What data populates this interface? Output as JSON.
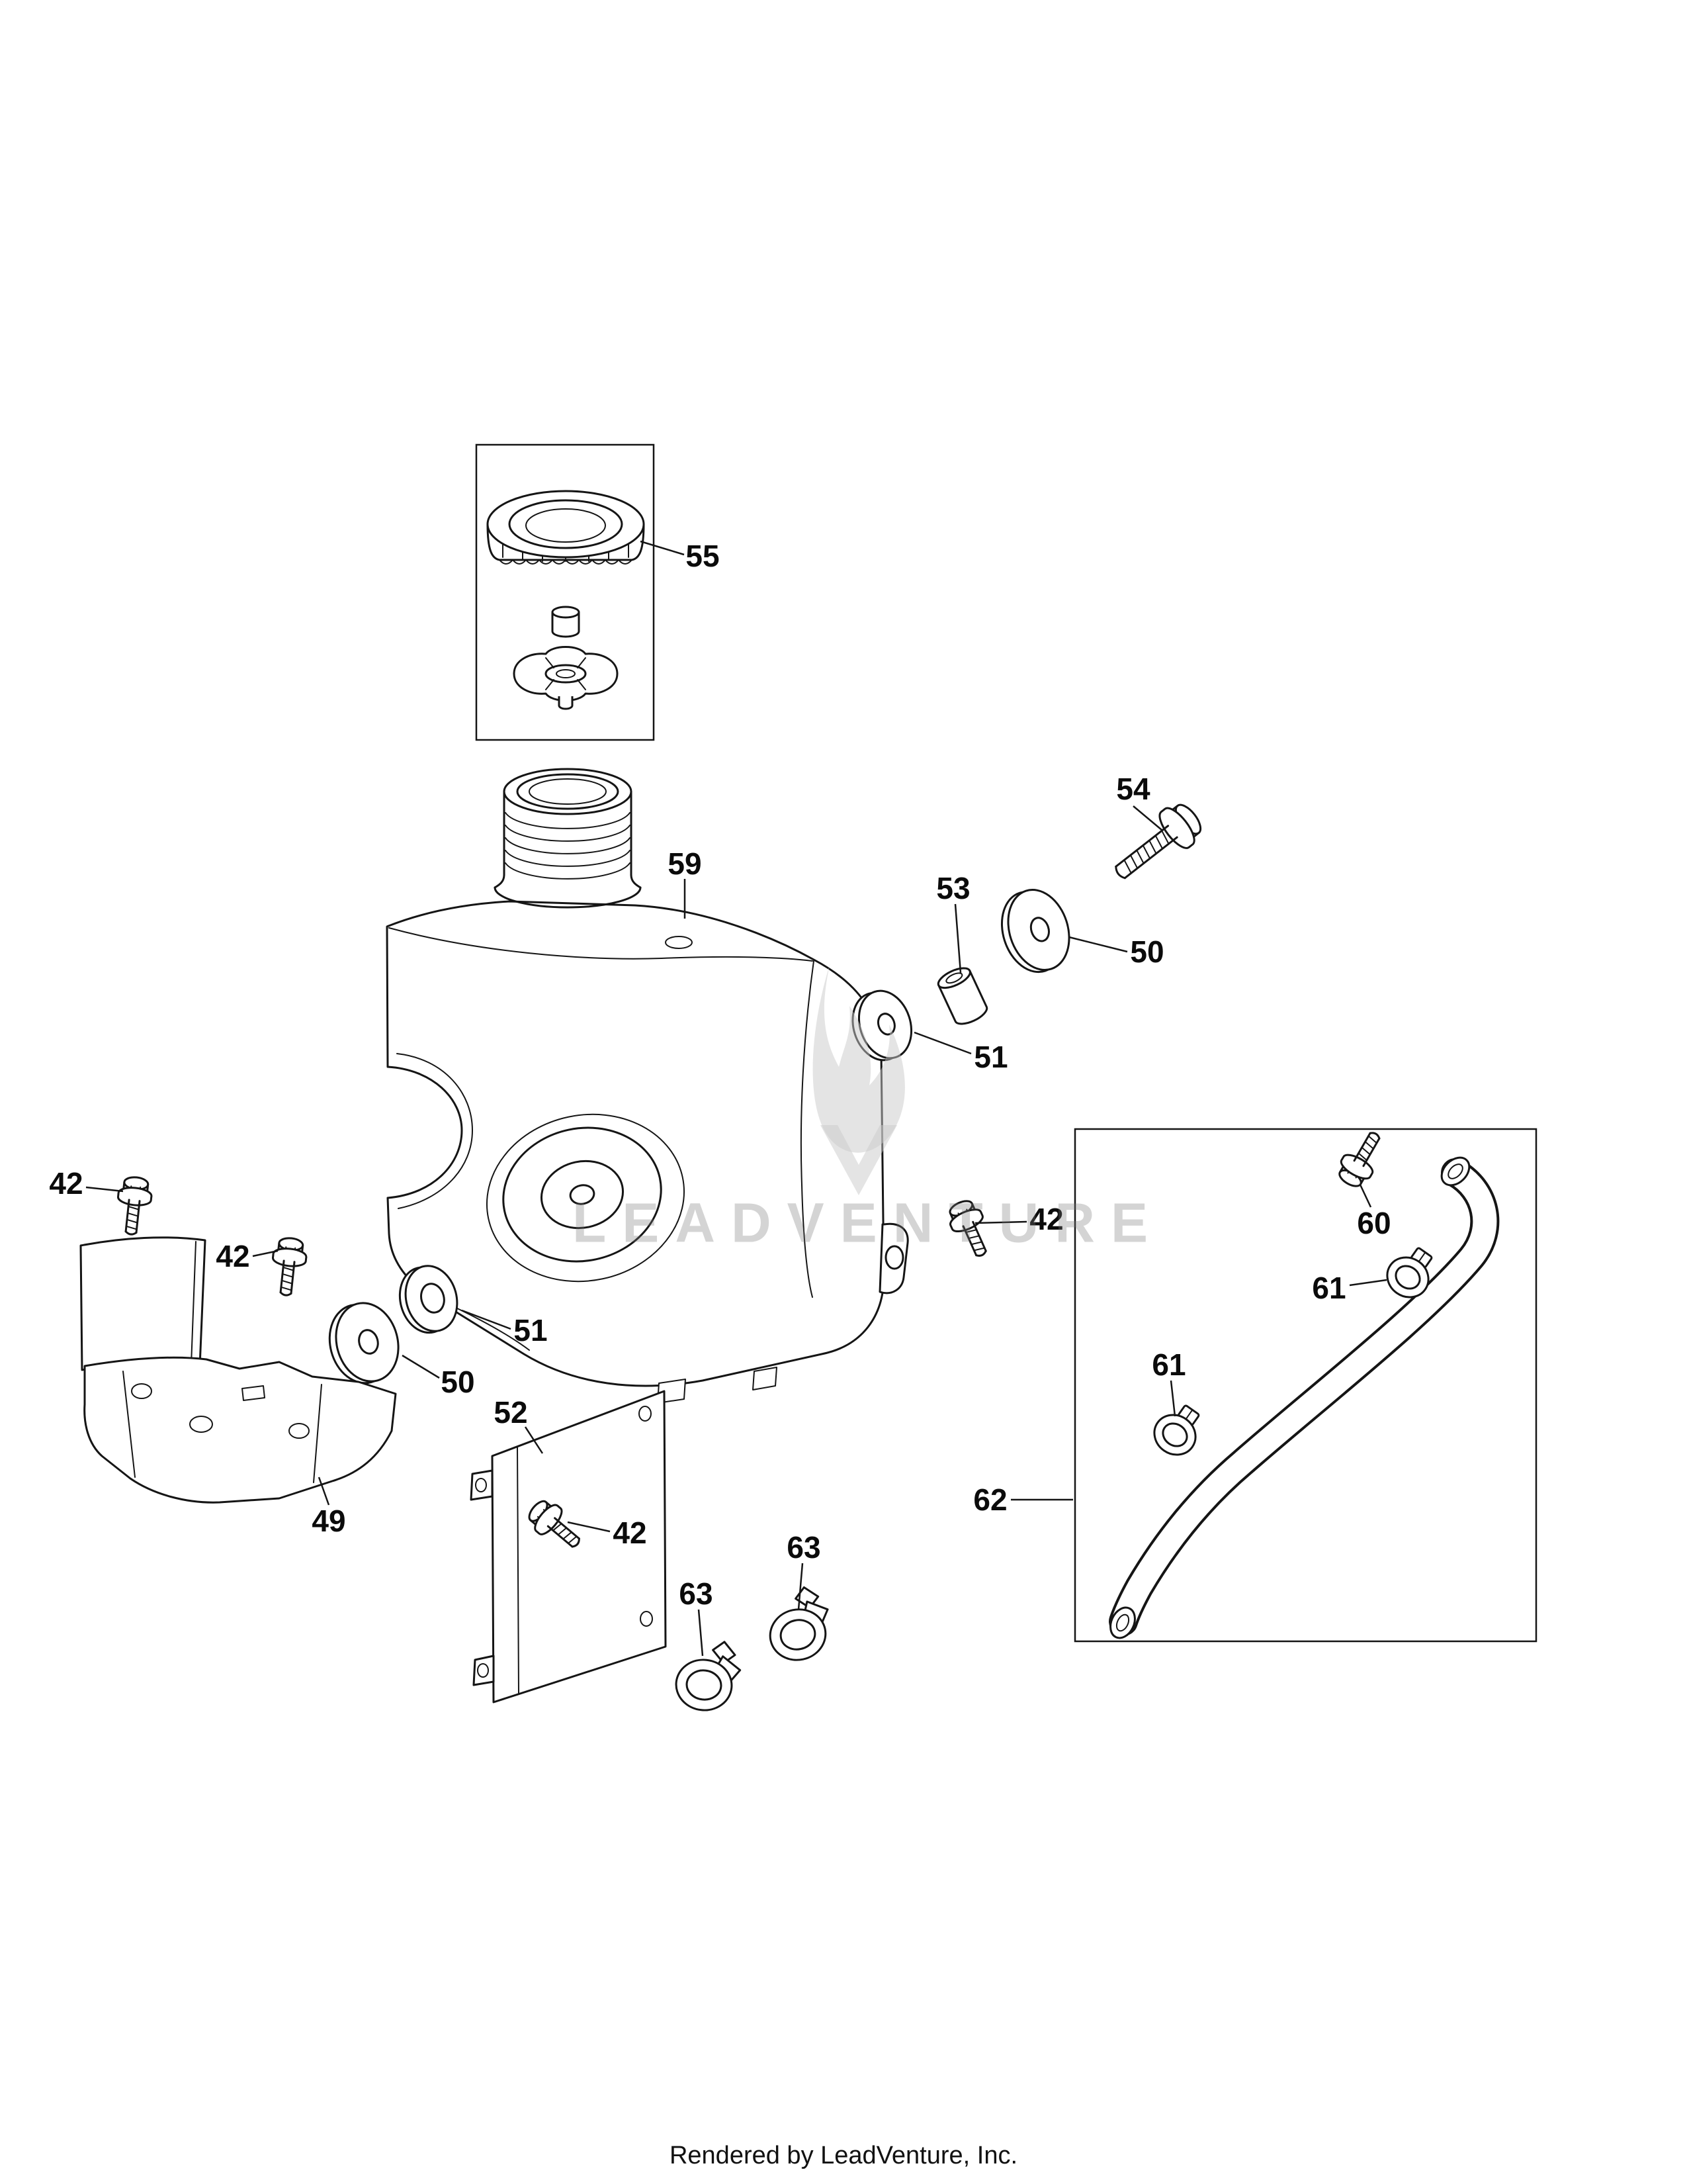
{
  "page": {
    "watermark_text": "LEADVENTURE",
    "footer_text": "Rendered by LeadVenture, Inc."
  },
  "callouts": {
    "c55": "55",
    "c59": "59",
    "c54": "54",
    "c53": "53",
    "c50_right": "50",
    "c51_right": "51",
    "c42_left1": "42",
    "c42_left2": "42",
    "c51_left": "51",
    "c50_left": "50",
    "c52": "52",
    "c49": "49",
    "c42_bracket": "42",
    "c63_left": "63",
    "c63_right": "63",
    "c42_tank": "42",
    "c60": "60",
    "c61_upper": "61",
    "c61_lower": "61",
    "c62": "62"
  }
}
